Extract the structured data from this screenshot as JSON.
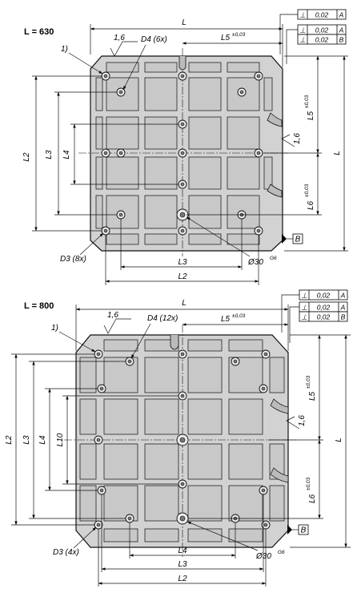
{
  "views": [
    {
      "heading": "L = 630",
      "labels": {
        "L": "L",
        "L5": "L5",
        "L5_tol": "±0,03",
        "L6": "L6",
        "L6_tol": "±0,03",
        "L2": "L2",
        "L3": "L3",
        "L4": "L4",
        "D4": "D4 (6x)",
        "D3": "D3 (8x)",
        "bore": "Ø30",
        "bore_fit": "G6",
        "note": "1)",
        "roughness_top": "1,6",
        "roughness_side": "1,6",
        "datum_b": "B"
      },
      "tolerance": [
        {
          "symbol": "⊥",
          "value": "0,02",
          "datum": "A"
        },
        {
          "symbol": "⊥",
          "value": "0,02",
          "datum": "A"
        },
        {
          "symbol": "⊥",
          "value": "0,02",
          "datum": "B"
        }
      ]
    },
    {
      "heading": "L = 800",
      "labels": {
        "L": "L",
        "L5": "L5",
        "L5_tol": "±0,03",
        "L6": "L6",
        "L6_tol": "±0,03",
        "L2": "L2",
        "L3": "L3",
        "L4": "L4",
        "L10": "L10",
        "D4": "D4 (12x)",
        "D3": "D3 (4x)",
        "bore": "Ø30",
        "bore_fit": "G6",
        "note": "1)",
        "roughness_top": "1,6",
        "roughness_side": "1,6",
        "datum_b": "B"
      },
      "tolerance": [
        {
          "symbol": "⊥",
          "value": "0,02",
          "datum": "A"
        },
        {
          "symbol": "⊥",
          "value": "0,02",
          "datum": "A"
        },
        {
          "symbol": "⊥",
          "value": "0,02",
          "datum": "B"
        }
      ]
    }
  ]
}
